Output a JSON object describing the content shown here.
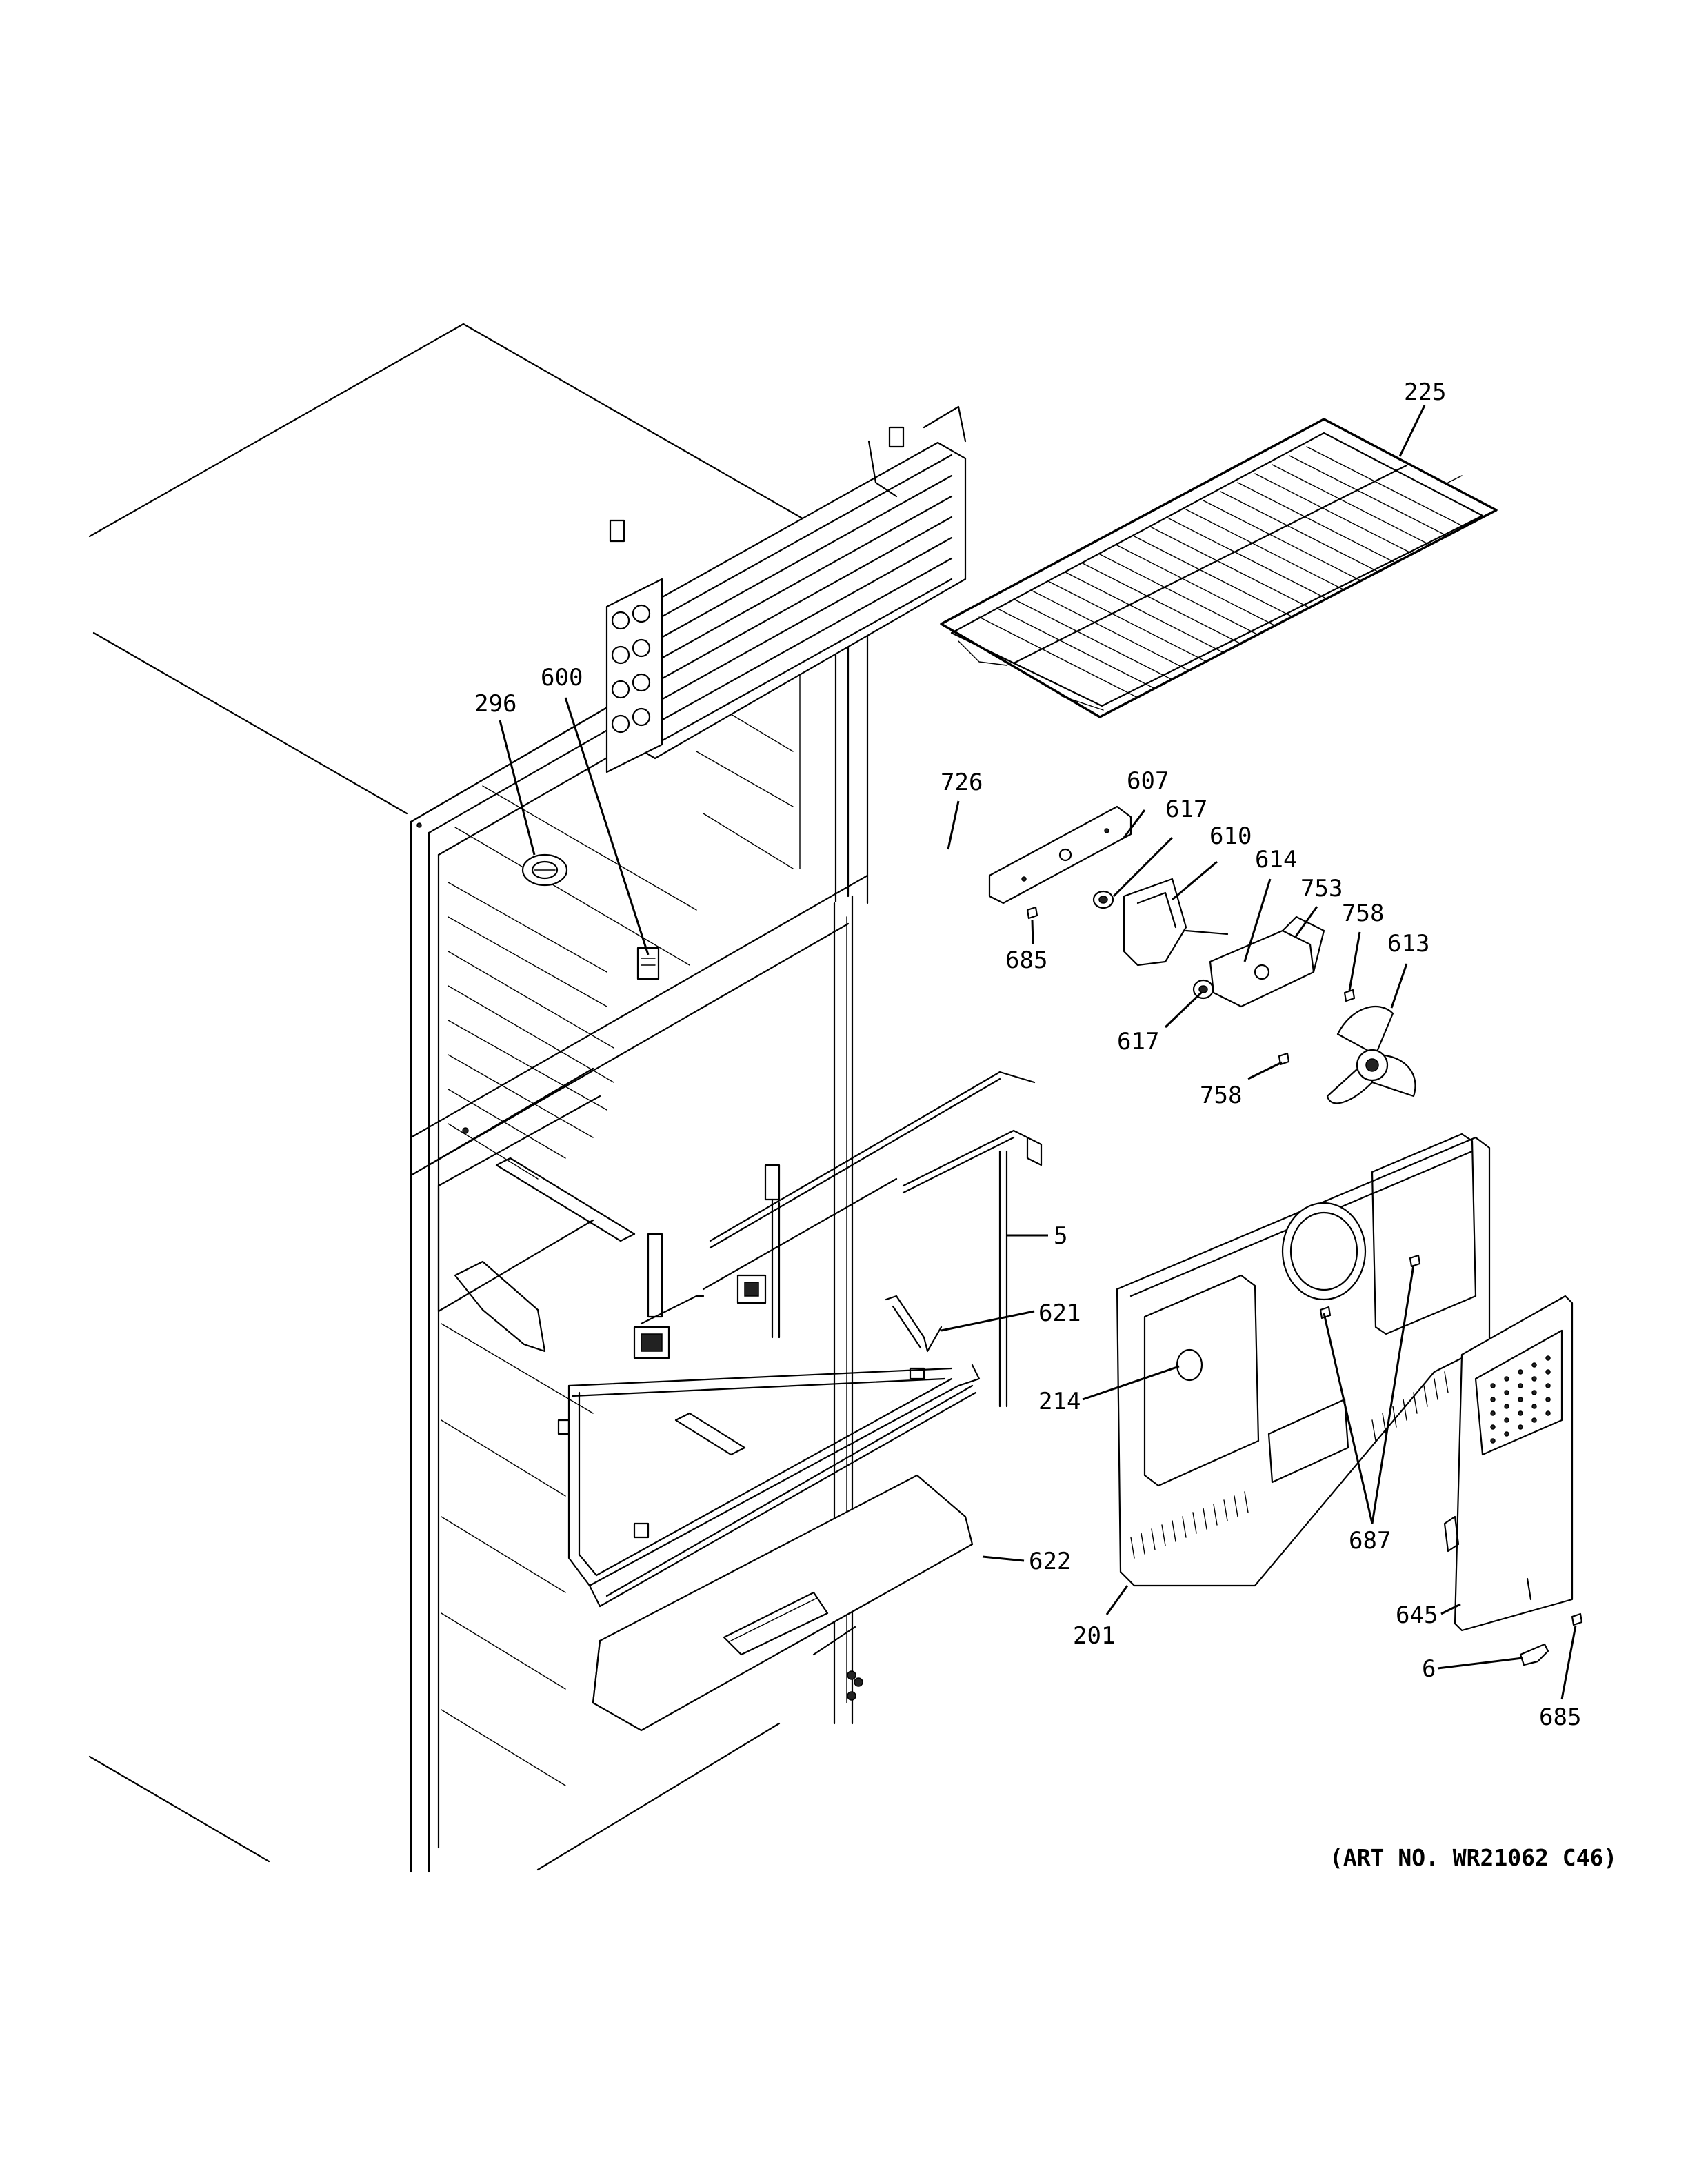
{
  "art_number": "(ART NO. WR21062 C46)",
  "callouts": [
    {
      "id": "225",
      "label": "225"
    },
    {
      "id": "296",
      "label": "296"
    },
    {
      "id": "600",
      "label": "600"
    },
    {
      "id": "726",
      "label": "726"
    },
    {
      "id": "607",
      "label": "607"
    },
    {
      "id": "617a",
      "label": "617"
    },
    {
      "id": "610",
      "label": "610"
    },
    {
      "id": "614",
      "label": "614"
    },
    {
      "id": "753",
      "label": "753"
    },
    {
      "id": "758a",
      "label": "758"
    },
    {
      "id": "613",
      "label": "613"
    },
    {
      "id": "685a",
      "label": "685"
    },
    {
      "id": "617b",
      "label": "617"
    },
    {
      "id": "758b",
      "label": "758"
    },
    {
      "id": "5",
      "label": "5"
    },
    {
      "id": "621",
      "label": "621"
    },
    {
      "id": "214",
      "label": "214"
    },
    {
      "id": "687",
      "label": "687"
    },
    {
      "id": "622",
      "label": "622"
    },
    {
      "id": "201",
      "label": "201"
    },
    {
      "id": "645",
      "label": "645"
    },
    {
      "id": "6",
      "label": "6"
    },
    {
      "id": "685b",
      "label": "685"
    }
  ]
}
